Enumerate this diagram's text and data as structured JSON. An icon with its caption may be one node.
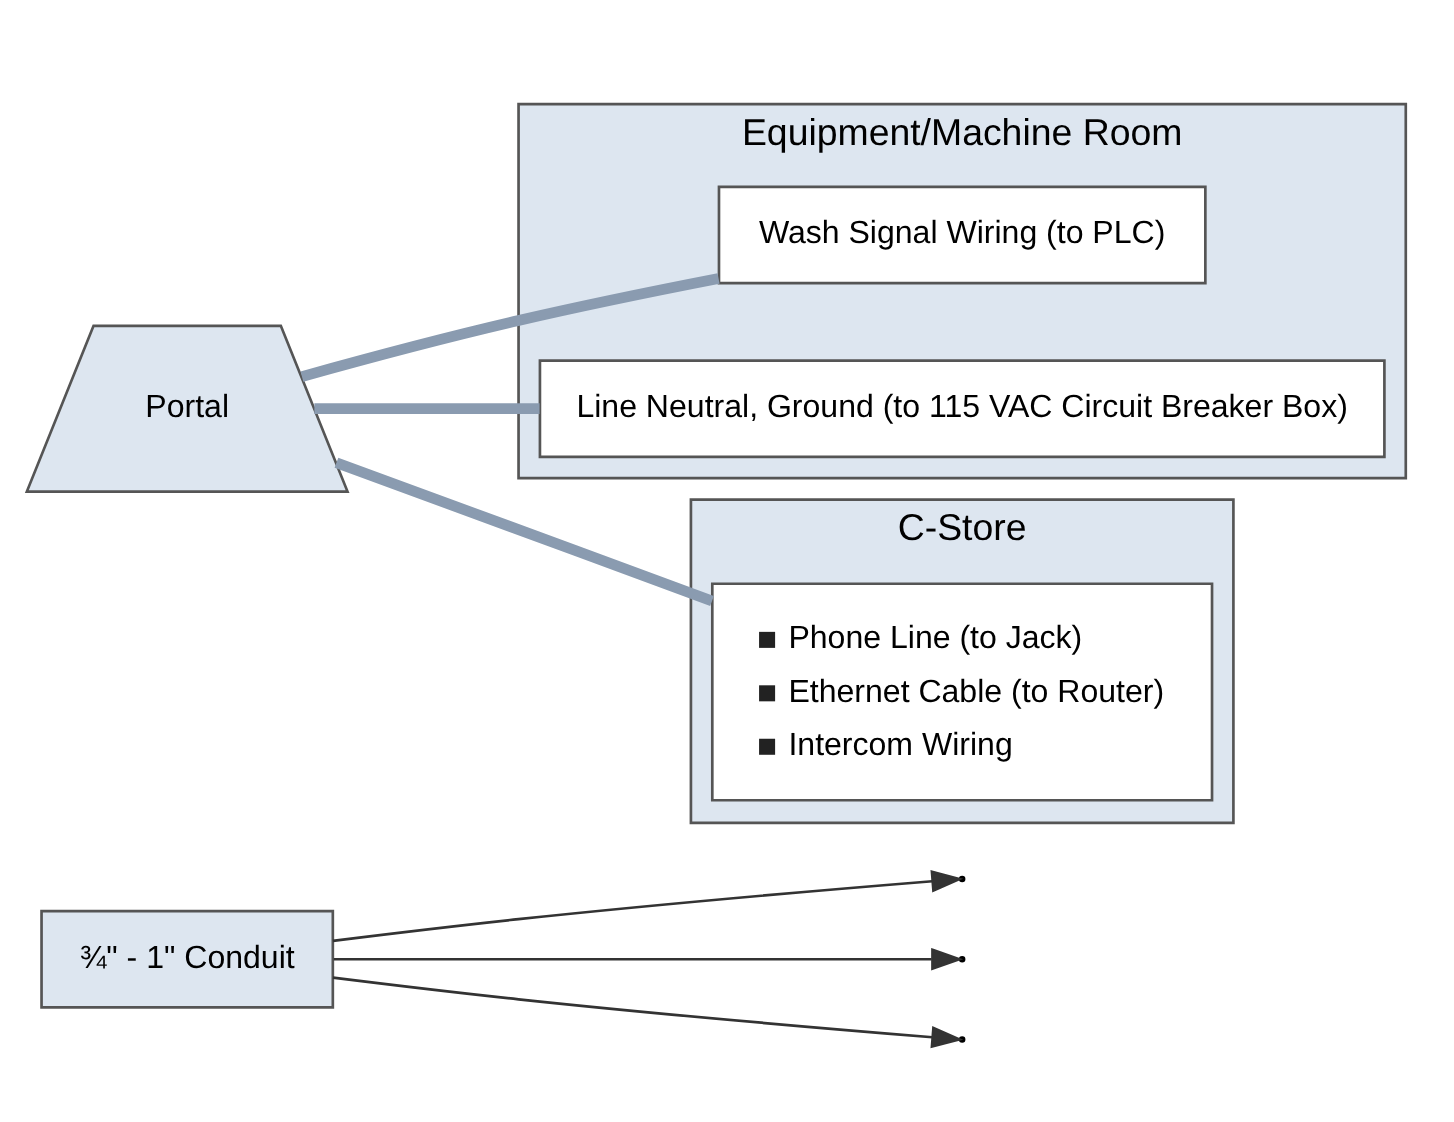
{
  "diagram": {
    "nodes": [
      {
        "text": [
          "¾\" - 1\" Conduit"
        ]
      },
      {
        "text": [
          "Equipment/Machine Room"
        ]
      },
      {
        "text": [
          "Wash Signal Wiring (to PLC)"
        ],
        "in": 1
      },
      {
        "text": [
          "Line Neutral, Ground (to 115 VAC Circuit Breaker Box)"
        ],
        "in": 1
      },
      {
        "text": [
          "C-Store"
        ]
      },
      {
        "text": [
          "Phone Line (to Jack)",
          "Ethernet Cable (to Router)",
          "Intercom Wiring"
        ],
        "in": 4
      },
      {
        "text": [
          "Portal"
        ]
      }
    ],
    "edges": [
      {
        "from": 6,
        "to": 2,
        "arrow": "none",
        "style": "thick"
      },
      {
        "from": 6,
        "to": 3,
        "arrow": "none",
        "style": "thick"
      },
      {
        "from": 6,
        "to": 5,
        "arrow": "none",
        "style": "thick"
      },
      {
        "from": 0,
        "to": null,
        "arrow": "to",
        "color": "#333333"
      },
      {
        "from": 0,
        "to": null,
        "arrow": "to",
        "color": "#333333"
      },
      {
        "from": 0,
        "to": null,
        "arrow": "to",
        "color": "#333333"
      }
    ]
  }
}
